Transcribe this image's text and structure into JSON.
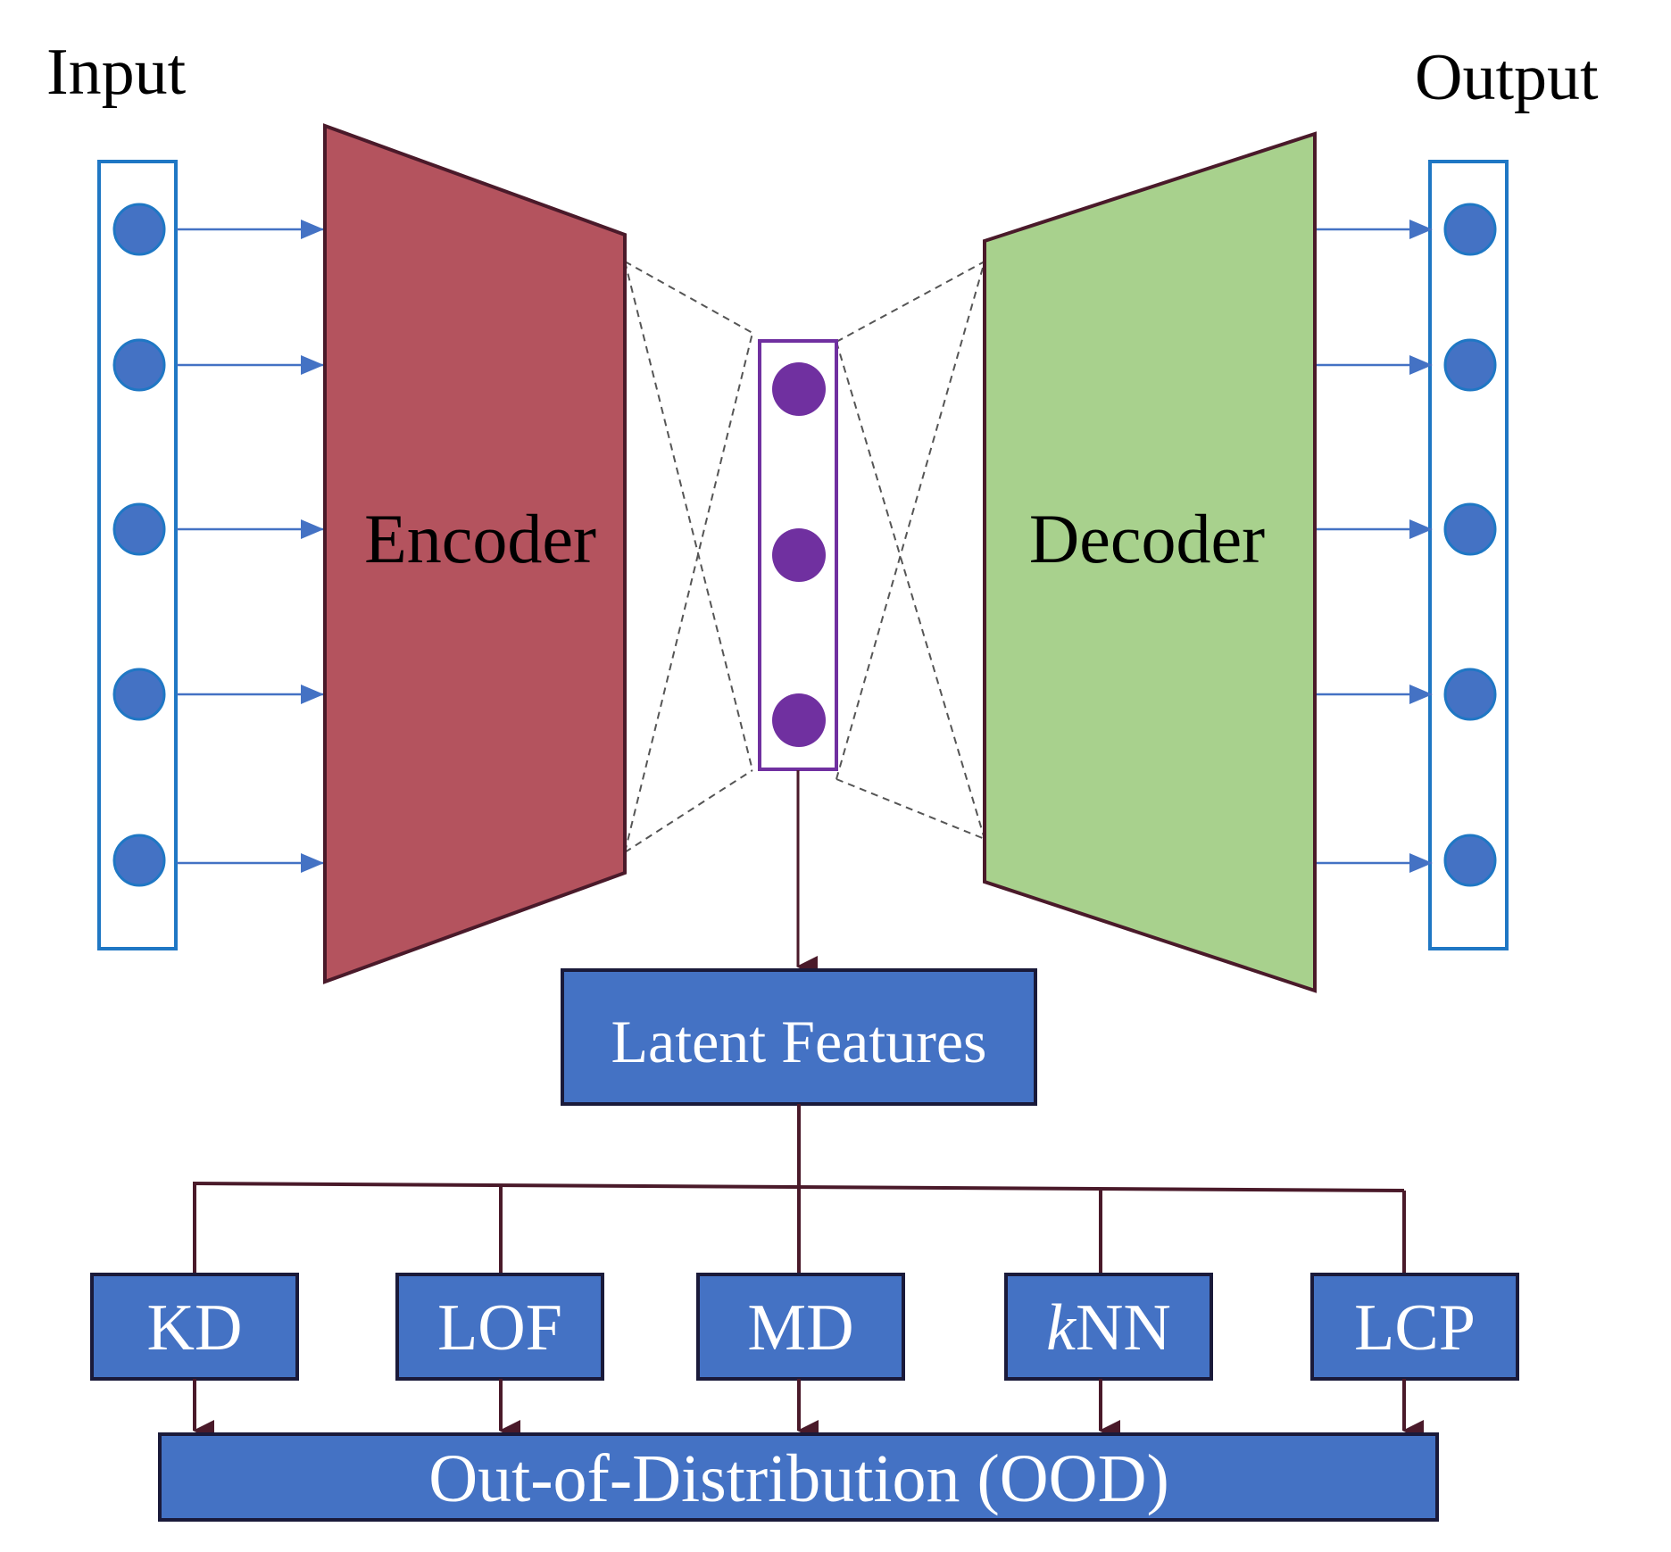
{
  "labels": {
    "input": "Input",
    "output": "Output",
    "encoder": "Encoder",
    "decoder": "Decoder",
    "latent": "Latent Features",
    "ood": "Out-of-Distribution (OOD)"
  },
  "methods": [
    {
      "italic": "",
      "rest": "KD"
    },
    {
      "italic": "",
      "rest": "LOF"
    },
    {
      "italic": "",
      "rest": "MD"
    },
    {
      "italic": "k",
      "rest": "NN"
    },
    {
      "italic": "",
      "rest": "LCP"
    }
  ],
  "colors": {
    "node_blue": "#4472C4",
    "frame_blue": "#1F77C4",
    "latent_purple": "#7030A0",
    "encoder_red": "#B4535E",
    "decoder_green": "#A8D18D",
    "box_blue": "#4472C4",
    "dark_line": "#4A1A2A"
  }
}
